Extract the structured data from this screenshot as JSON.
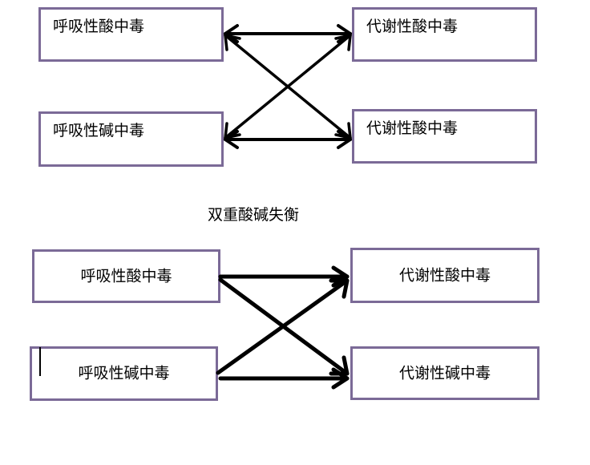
{
  "top_diagram": {
    "left_top": "呼吸性酸中毒",
    "right_top": "代谢性酸中毒",
    "left_bottom": "呼吸性碱中毒",
    "right_bottom": "代谢性酸中毒"
  },
  "caption": "双重酸碱失衡",
  "bottom_diagram": {
    "left_top": "呼吸性酸中毒",
    "right_top": "代谢性酸中毒",
    "left_bottom": "呼吸性碱中毒",
    "right_bottom": "代谢性碱中毒"
  },
  "colors": {
    "box_border": "#7b6a97",
    "arrow": "#000000",
    "text": "#000000"
  }
}
